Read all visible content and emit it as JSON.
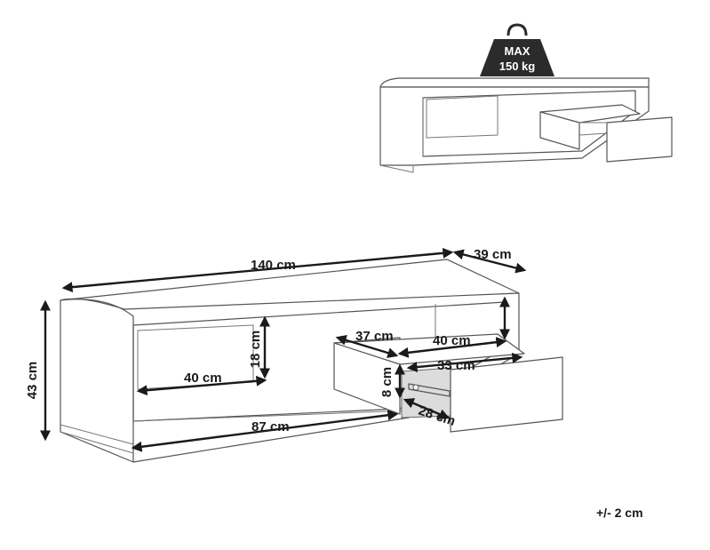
{
  "weight_badge": {
    "line1": "MAX",
    "line2": "150 kg"
  },
  "dimensions": {
    "width": "140 cm",
    "depth": "39 cm",
    "height": "43 cm",
    "shelf_width": "40 cm",
    "shelf_height": "18 cm",
    "bottom_width": "87 cm",
    "drawer_depth_outer": "37 cm",
    "drawer_width_outer": "40 cm",
    "drawer_width_inner": "33 cm",
    "drawer_height": "8 cm",
    "drawer_depth_inner": "28 cm"
  },
  "tolerance": "+/- 2 cm",
  "colors": {
    "line": "#555555",
    "dimension": "#1a1a1a",
    "badge": "#2b2b2b"
  }
}
